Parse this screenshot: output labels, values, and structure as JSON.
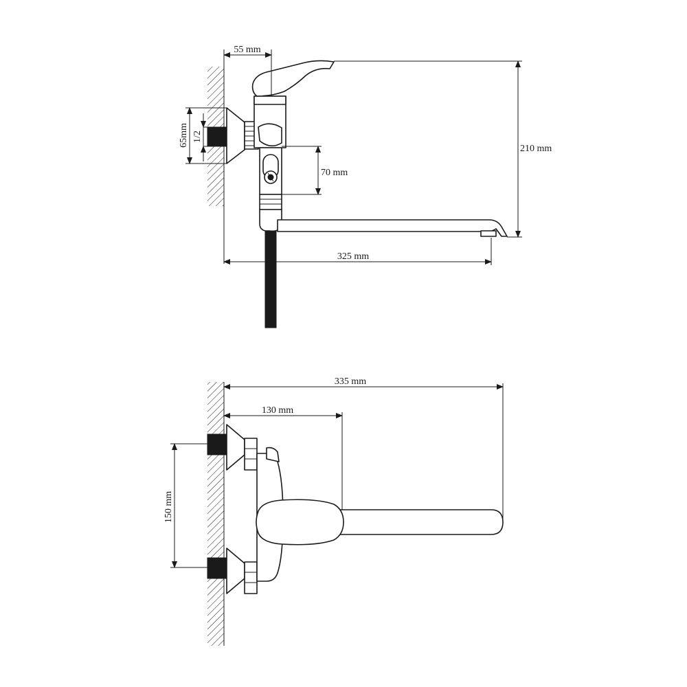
{
  "side_view": {
    "dim_handle_offset": "55 mm",
    "dim_connection_height": "65mm",
    "dim_thread": "1/2",
    "dim_diverter": "70 mm",
    "dim_height": "210 mm",
    "dim_spout_reach": "325 mm"
  },
  "top_view": {
    "dim_total_length": "335 mm",
    "dim_body_depth": "130 mm",
    "dim_inlet_spacing": "150 mm"
  },
  "colors": {
    "ink": "#1a1a1a",
    "paper": "#ffffff"
  }
}
